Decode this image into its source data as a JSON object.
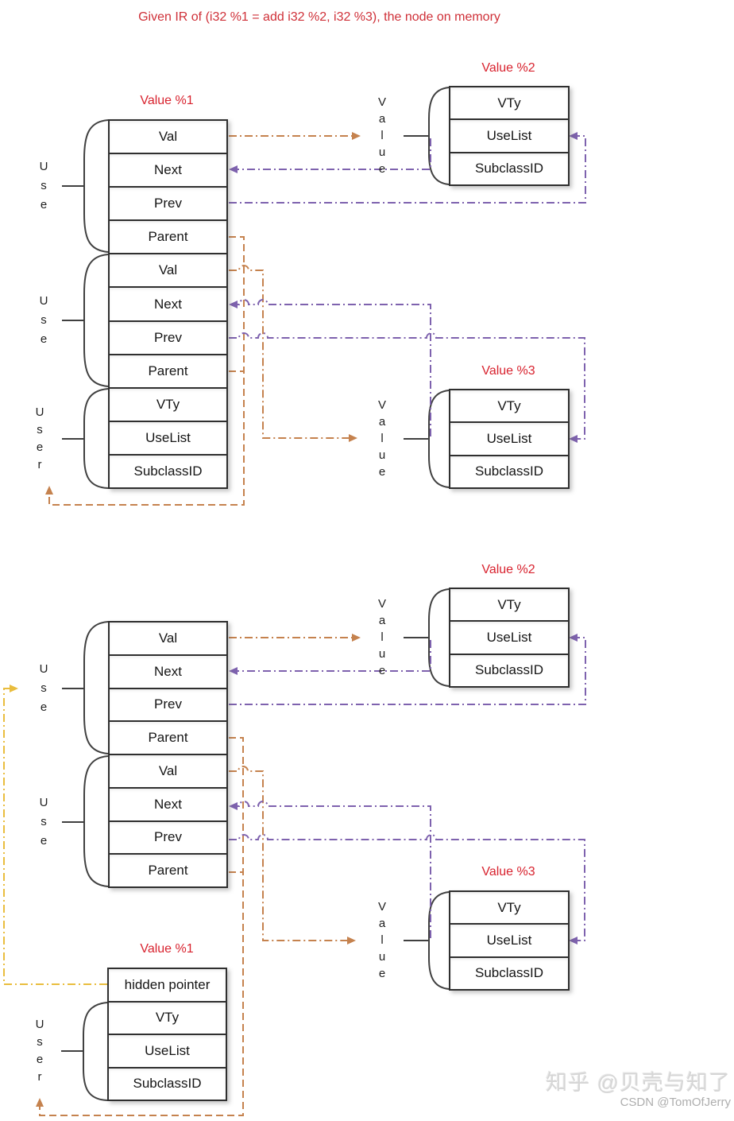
{
  "title": "Given IR of (i32 %1 = add i32 %2, i32 %3), the node on memory",
  "colors": {
    "red_title": "#cf3038",
    "red_label": "#d8222e",
    "orange": "#c5824e",
    "purple": "#7e62ae",
    "yellow": "#e9bd3e",
    "line_black": "#404040"
  },
  "group_labels": {
    "use": "U\ns\ne",
    "user": "U\ns\ne\nr",
    "value": "V\na\nl\nu\ne"
  },
  "top": {
    "value1_label": "Value %1",
    "use_stack": {
      "rows": [
        "Val",
        "Next",
        "Prev",
        "Parent",
        "Val",
        "Next",
        "Prev",
        "Parent",
        "VTy",
        "UseList",
        "SubclassID"
      ]
    },
    "value2": {
      "label": "Value %2",
      "rows": [
        "VTy",
        "UseList",
        "SubclassID"
      ]
    },
    "value3": {
      "label": "Value %3",
      "rows": [
        "VTy",
        "UseList",
        "SubclassID"
      ]
    }
  },
  "bottom": {
    "use_stack": {
      "rows": [
        "Val",
        "Next",
        "Prev",
        "Parent",
        "Val",
        "Next",
        "Prev",
        "Parent"
      ]
    },
    "value2": {
      "label": "Value %2",
      "rows": [
        "VTy",
        "UseList",
        "SubclassID"
      ]
    },
    "value3": {
      "label": "Value %3",
      "rows": [
        "VTy",
        "UseList",
        "SubclassID"
      ]
    },
    "value1": {
      "label": "Value %1",
      "rows": [
        "hidden pointer",
        "VTy",
        "UseList",
        "SubclassID"
      ]
    }
  },
  "watermark": {
    "zhihu": "知乎 @贝壳与知了",
    "csdn": "CSDN @TomOfJerry"
  }
}
